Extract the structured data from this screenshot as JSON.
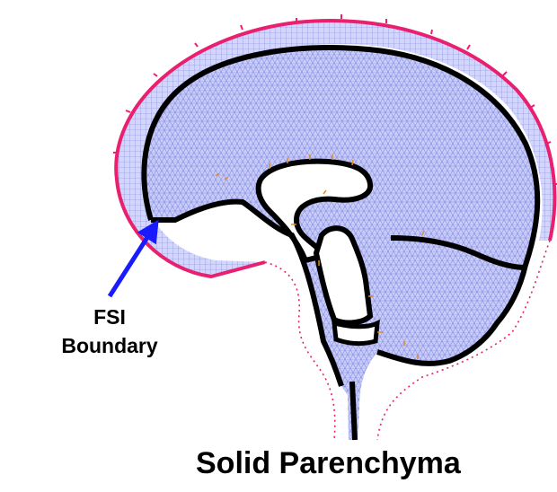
{
  "diagram": {
    "annotation": {
      "line1": "FSI",
      "line2": "Boundary"
    },
    "caption": "Solid Parenchyma",
    "colors": {
      "mesh_fill": "#c9cdf7",
      "mesh_line": "#7e86e4",
      "fluid_fill": "#ffffff",
      "fsi_boundary": "#000000",
      "outer_boundary": "#e8206e",
      "arrow": "#1a1aff",
      "node_marks": "#e08a2a"
    }
  }
}
